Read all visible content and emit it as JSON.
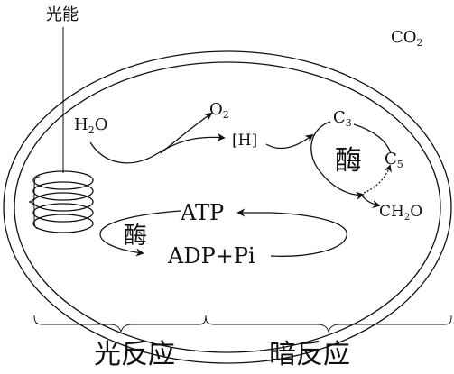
{
  "labels": {
    "light_energy": "光能",
    "co2_main": "CO",
    "co2_sub": "2",
    "water_h": "H",
    "water_sub": "2",
    "water_o": "O",
    "oxygen_main": "O",
    "oxygen_sub": "2",
    "hydrogen": "[H]",
    "c3_main": "C",
    "c3_sub": "3",
    "c5_main": "C",
    "c5_sub": "5",
    "enzyme_dark": "酶",
    "enzyme_light": "酶",
    "carb_main": "CH",
    "carb_sub": "2",
    "carb_end": "O",
    "atp": "ATP",
    "adp_pi": "ADP+Pi",
    "light_reaction": "光反应",
    "dark_reaction": "暗反应"
  }
}
